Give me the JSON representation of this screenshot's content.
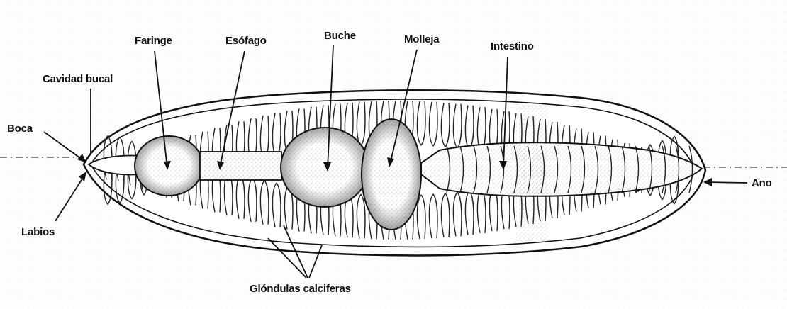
{
  "diagram": {
    "labels": {
      "faringe": "Faringe",
      "esofago": "Esófago",
      "buche": "Buche",
      "molleja": "Molleja",
      "intestino": "Intestino",
      "cavidad_bucal": "Cavidad bucal",
      "boca": "Boca",
      "labios": "Labios",
      "ano": "Ano",
      "glandulas": "Glóndulas calciferas"
    }
  }
}
